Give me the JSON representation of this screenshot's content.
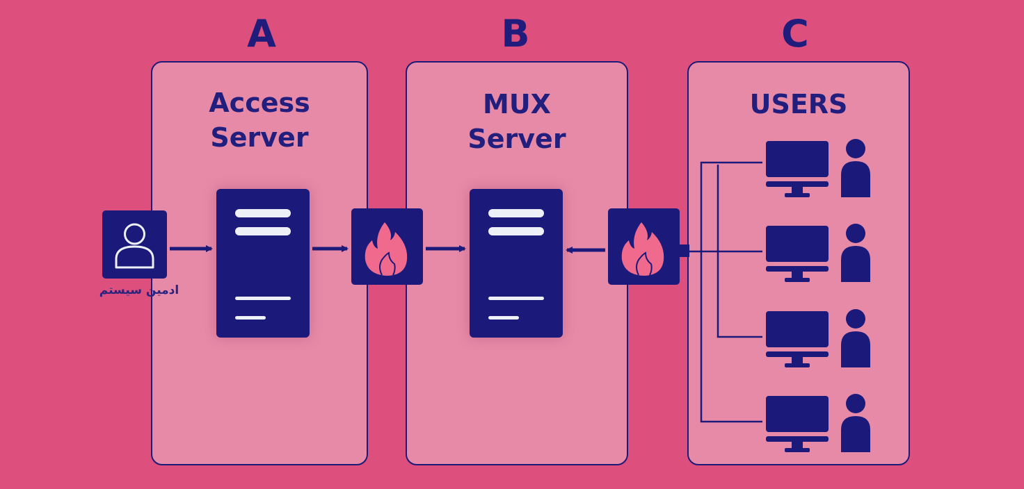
{
  "diagram": {
    "background_color": "#dd4f7c",
    "panel_color": "#e68aa8",
    "ink_color": "#1b1a7a",
    "accent_color": "#f06a8e",
    "columns": [
      {
        "letter": "A",
        "title_line1": "Access",
        "title_line2": "Server"
      },
      {
        "letter": "B",
        "title_line1": "MUX",
        "title_line2": "Server"
      },
      {
        "letter": "C",
        "title_line1": "USERS"
      }
    ],
    "admin": {
      "label": "ادمین سیستم",
      "icon": "user-outline-icon"
    },
    "firewalls": [
      {
        "icon": "fire-icon"
      },
      {
        "icon": "fire-icon"
      }
    ],
    "users": [
      {
        "device_icon": "monitor-icon",
        "person_icon": "person-icon"
      },
      {
        "device_icon": "monitor-icon",
        "person_icon": "person-icon"
      },
      {
        "device_icon": "monitor-icon",
        "person_icon": "person-icon"
      },
      {
        "device_icon": "monitor-icon",
        "person_icon": "person-icon"
      }
    ],
    "flow": [
      {
        "from": "admin",
        "to": "access-server",
        "direction": "right"
      },
      {
        "from": "access-server",
        "to": "firewall-1",
        "direction": "right"
      },
      {
        "from": "firewall-1",
        "to": "mux-server",
        "direction": "right"
      },
      {
        "from": "firewall-2",
        "to": "mux-server",
        "direction": "left"
      },
      {
        "from": "users",
        "to": "firewall-2",
        "direction": "left"
      }
    ]
  }
}
